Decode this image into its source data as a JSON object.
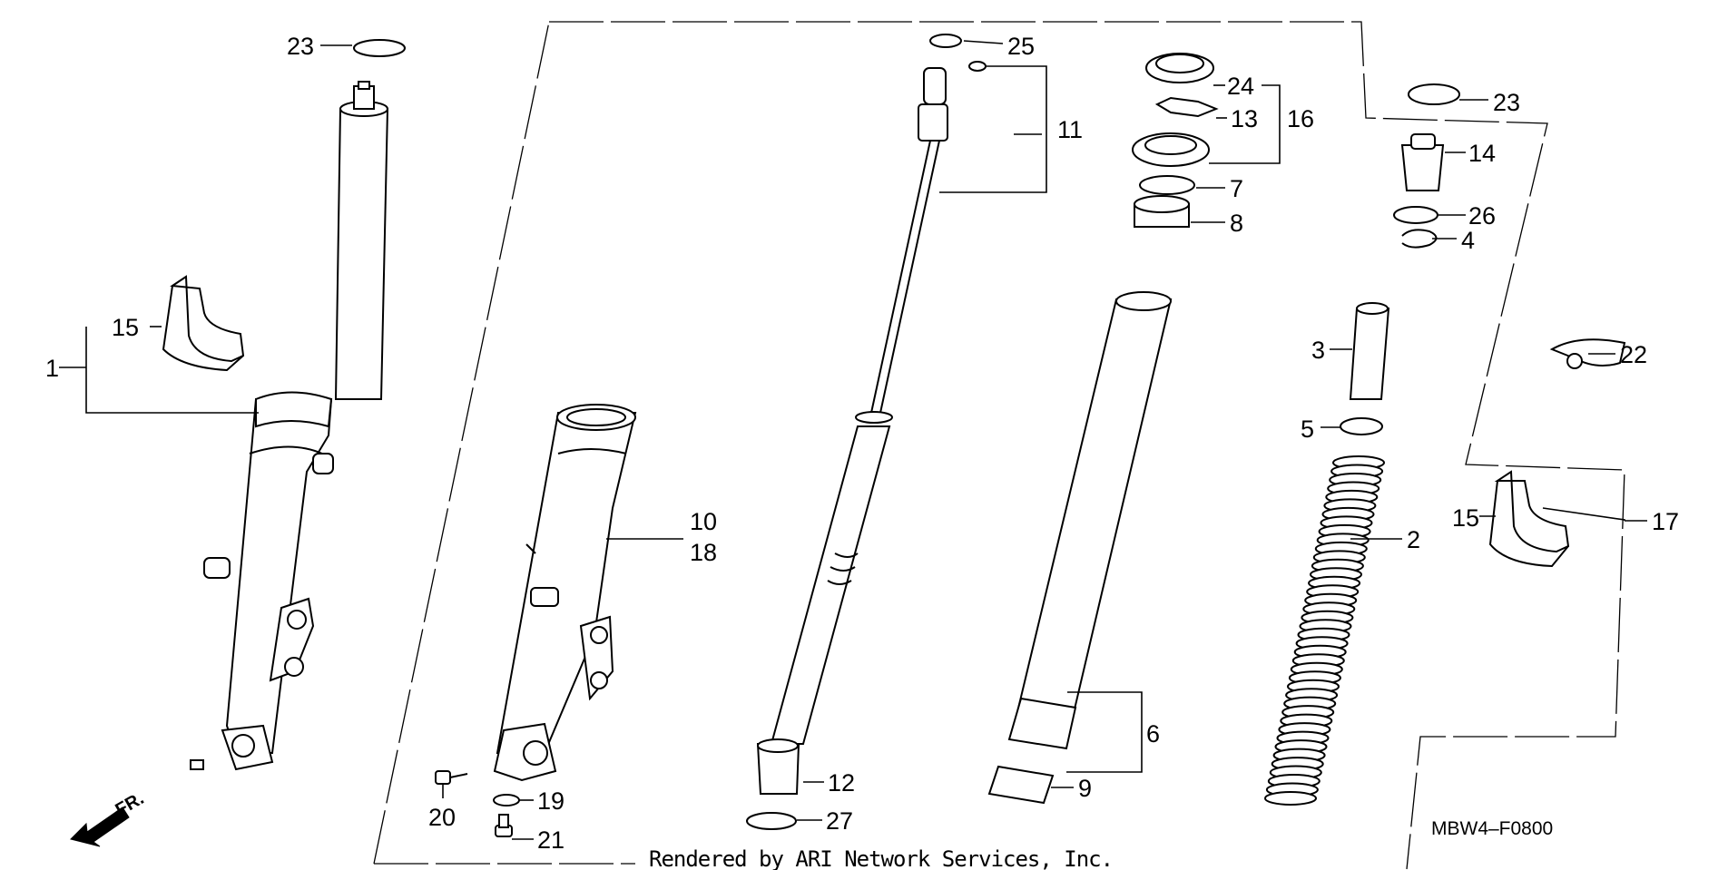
{
  "callouts": {
    "c23a": "23",
    "c25": "25",
    "c11": "11",
    "c24": "24",
    "c13": "13",
    "c16": "16",
    "c7": "7",
    "c8": "8",
    "c23b": "23",
    "c14": "14",
    "c26": "26",
    "c4": "4",
    "c15a": "15",
    "c1": "1",
    "c3": "3",
    "c22": "22",
    "c5": "5",
    "c10": "10",
    "c18": "18",
    "c2": "2",
    "c15b": "15",
    "c17": "17",
    "c6": "6",
    "c9": "9",
    "c12": "12",
    "c27": "27",
    "c20": "20",
    "c19": "19",
    "c21": "21"
  },
  "diagram_code": "MBW4–F0800",
  "credit": "Rendered by ARI Network Services, Inc.",
  "direction_label": "FR.",
  "icons": {
    "direction": "front-arrow-icon"
  }
}
